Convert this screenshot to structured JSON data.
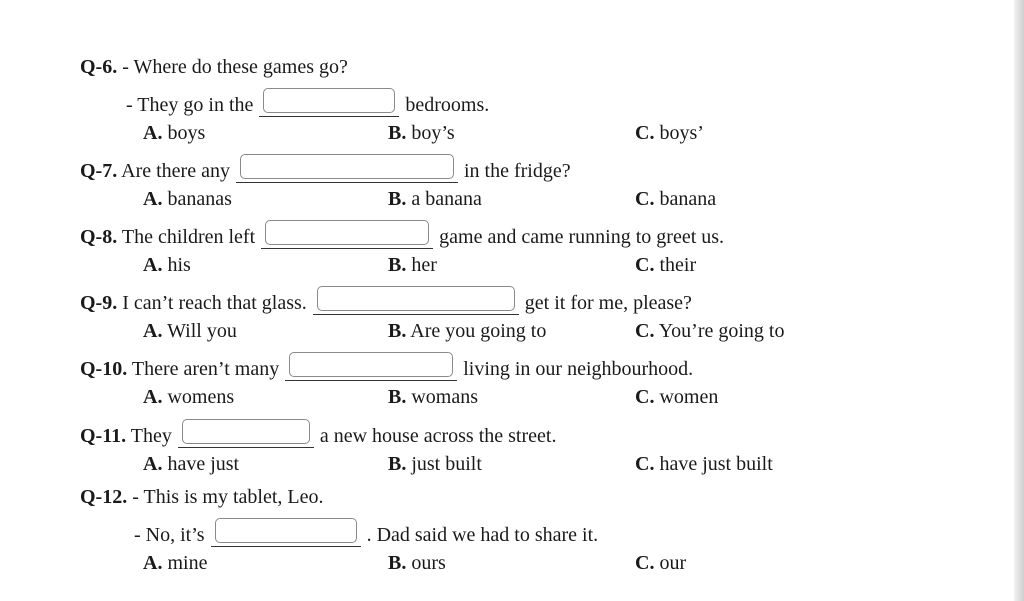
{
  "q6": {
    "num": "Q-6.",
    "text": "- Where do these games go?",
    "line2_before": "- They go in the",
    "line2_after": "bedrooms.",
    "options": [
      {
        "label": "A.",
        "text": "boys"
      },
      {
        "label": "B.",
        "text": "boy’s"
      },
      {
        "label": "C.",
        "text": "boys’"
      }
    ]
  },
  "q7": {
    "num": "Q-7.",
    "before": "Are there any",
    "after": "in the fridge?",
    "options": [
      {
        "label": "A.",
        "text": "bananas"
      },
      {
        "label": "B.",
        "text": "a banana"
      },
      {
        "label": "C.",
        "text": "banana"
      }
    ]
  },
  "q8": {
    "num": "Q-8.",
    "before": "The children left",
    "after": "game and came running to greet us.",
    "options": [
      {
        "label": "A.",
        "text": "his"
      },
      {
        "label": "B.",
        "text": "her"
      },
      {
        "label": "C.",
        "text": "their"
      }
    ]
  },
  "q9": {
    "num": "Q-9.",
    "before": "I can’t reach that glass.",
    "after": "get it for me, please?",
    "options": [
      {
        "label": "A.",
        "text": "Will you"
      },
      {
        "label": "B.",
        "text": "Are you going to"
      },
      {
        "label": "C.",
        "text": "You’re going to"
      }
    ]
  },
  "q10": {
    "num": "Q-10.",
    "before": "There aren’t many",
    "after": "living in our neighbourhood.",
    "options": [
      {
        "label": "A.",
        "text": "womens"
      },
      {
        "label": "B.",
        "text": "womans"
      },
      {
        "label": "C.",
        "text": "women"
      }
    ]
  },
  "q11": {
    "num": "Q-11.",
    "before": "They",
    "after": "a new house across the street.",
    "options": [
      {
        "label": "A.",
        "text": "have just"
      },
      {
        "label": "B.",
        "text": "just built"
      },
      {
        "label": "C.",
        "text": "have just built"
      }
    ]
  },
  "q12": {
    "num": "Q-12.",
    "text": "- This is my tablet, Leo.",
    "line2_before": "- No, it’s",
    "line2_after": ". Dad said we had to share it.",
    "options": [
      {
        "label": "A.",
        "text": "mine"
      },
      {
        "label": "B.",
        "text": "ours"
      },
      {
        "label": "C.",
        "text": "our"
      }
    ]
  }
}
